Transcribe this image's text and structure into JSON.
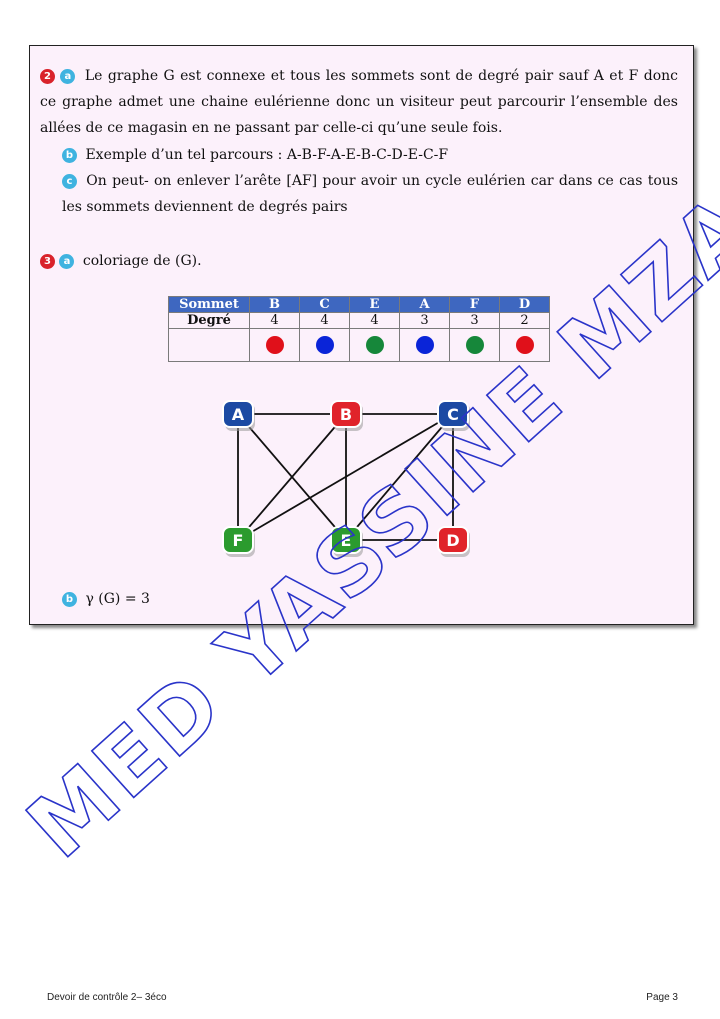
{
  "q2": {
    "a_text": "Le graphe G est connexe et tous les sommets sont de degré pair sauf A et F donc ce graphe admet une chaine eulérienne donc un visiteur peut parcourir l’ensemble des allées de ce magasin en ne passant par celle-ci qu’une seule fois.",
    "b_text": "Exemple d’un tel parcours : A-B-F-A-E-B-C-D-E-C-F",
    "c_text": "On peut- on enlever l’arête [AF] pour avoir un cycle eulérien car dans ce cas tous les sommets deviennent de degrés pairs"
  },
  "q3": {
    "a_text": "coloriage de (G).",
    "b_text": "γ (G) = 3"
  },
  "badges": {
    "num2": "2",
    "num3": "3",
    "a": "a",
    "b": "b",
    "c": "c"
  },
  "table": {
    "header": [
      "Sommet",
      "B",
      "C",
      "E",
      "A",
      "F",
      "D"
    ],
    "degree_label": "Degré",
    "degrees": [
      "4",
      "4",
      "4",
      "3",
      "3",
      "2"
    ],
    "colors": [
      "#e0101a",
      "#0a24d8",
      "#16873a",
      "#0a24d8",
      "#16873a",
      "#e0101a"
    ]
  },
  "graph": {
    "vertices": [
      {
        "label": "A",
        "color": "#1b4aa3"
      },
      {
        "label": "B",
        "color": "#e0242a"
      },
      {
        "label": "C",
        "color": "#1b4aa3"
      },
      {
        "label": "F",
        "color": "#2b9b2e"
      },
      {
        "label": "E",
        "color": "#2b9b2e"
      },
      {
        "label": "D",
        "color": "#e0242a"
      }
    ],
    "edges": [
      [
        "A",
        "B"
      ],
      [
        "B",
        "C"
      ],
      [
        "A",
        "F"
      ],
      [
        "A",
        "E"
      ],
      [
        "B",
        "F"
      ],
      [
        "B",
        "E"
      ],
      [
        "C",
        "F"
      ],
      [
        "C",
        "E"
      ],
      [
        "C",
        "D"
      ],
      [
        "E",
        "D"
      ]
    ]
  },
  "watermark": "MED YASSINE MZAH",
  "footer": {
    "left": "Devoir de contrôle 2– 3éco",
    "right": "Page 3"
  }
}
